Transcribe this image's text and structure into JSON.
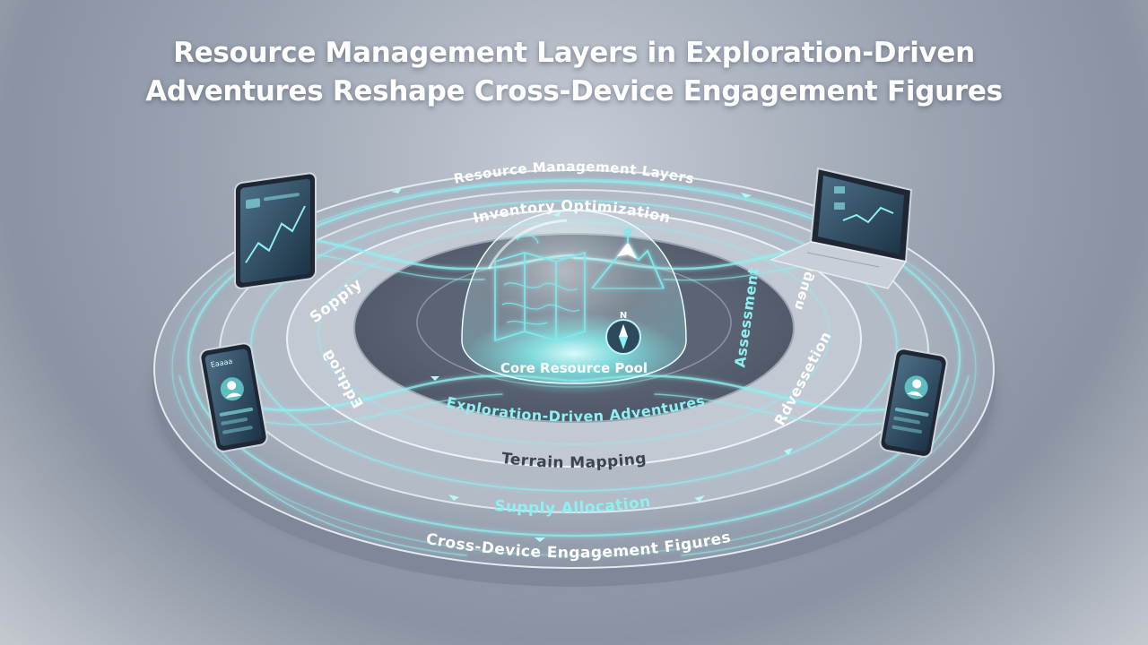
{
  "title": {
    "line1": "Resource Management Layers in Exploration-Driven",
    "line2": "Adventures Reshape Cross-Device Engagement Figures"
  },
  "rings": {
    "outer_label": "Resource Management Layers",
    "second_label": "Inventory Optimization",
    "core_label": "Core Resource Pool",
    "exploration_label": "Exploration-Driven Adventures",
    "terrain_label": "Terrain Mapping",
    "supply_label": "Supply Allocation",
    "engagement_label": "Cross-Device Engagement Figures"
  },
  "side_labels": {
    "supply_left": "Soppiy",
    "left_lower": "Eqqriog",
    "assessment": "Assessment",
    "right_upper": "Figuen",
    "right_lower": "Rdvessetion"
  },
  "devices": {
    "phone_left_header": "Eaaaa"
  },
  "colors": {
    "accent": "#5fe6e8",
    "glow": "#9ff5f5",
    "disk": "#a9b2bf",
    "core": "#6fe8e6"
  }
}
